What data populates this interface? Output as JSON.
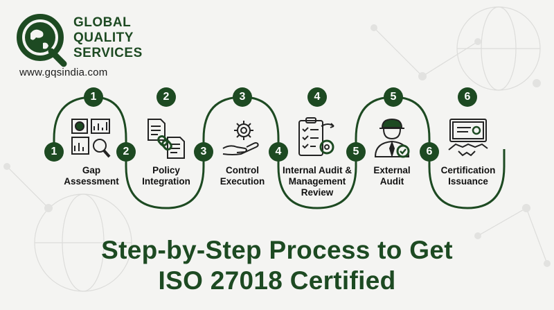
{
  "brand": {
    "line1": "GLOBAL",
    "line2": "QUALITY",
    "line3": "SERVICES",
    "website": "www.gqsindia.com",
    "color": "#1d4a22"
  },
  "steps": [
    {
      "number": "1",
      "label_line1": "Gap",
      "label_line2": "Assessment",
      "label_line3": "",
      "icon": "charts-magnifier-icon"
    },
    {
      "number": "2",
      "label_line1": "Policy",
      "label_line2": "Integration",
      "label_line3": "",
      "icon": "documents-link-icon"
    },
    {
      "number": "3",
      "label_line1": "Control",
      "label_line2": "Execution",
      "label_line3": "",
      "icon": "hand-gear-icon"
    },
    {
      "number": "4",
      "label_line1": "Internal Audit &",
      "label_line2": "Management",
      "label_line3": "Review",
      "icon": "checklist-gear-icon"
    },
    {
      "number": "5",
      "label_line1": "External",
      "label_line2": "Audit",
      "label_line3": "",
      "icon": "auditor-icon"
    },
    {
      "number": "6",
      "label_line1": "Certification",
      "label_line2": "Issuance",
      "label_line3": "",
      "icon": "certificate-handshake-icon"
    }
  ],
  "headline": {
    "line1": "Step-by-Step Process to Get",
    "line2": "ISO 27018 Certified"
  }
}
